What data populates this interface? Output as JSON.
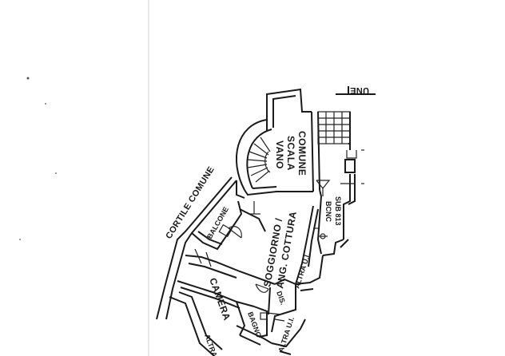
{
  "labels": {
    "cortile": "CORTILE COMUNE",
    "balcone": "BALCONE",
    "camera": "CAMERA",
    "bagno": "BAGNO",
    "dis": "DIS.",
    "soggiorno_1": "SOGGIORNO /",
    "soggiorno_2": "ANG. COTTURA",
    "vano_1": "VANO",
    "vano_2": "SCALA",
    "vano_3": "COMUNE",
    "bcnc_1": "BCNC",
    "bcnc_2": "SUB 813",
    "altra_1": "ALTRA U.I.",
    "altra_2": "ALTRA U.I.",
    "altra_3": "ALTRA U.I.",
    "une": "UNE"
  }
}
